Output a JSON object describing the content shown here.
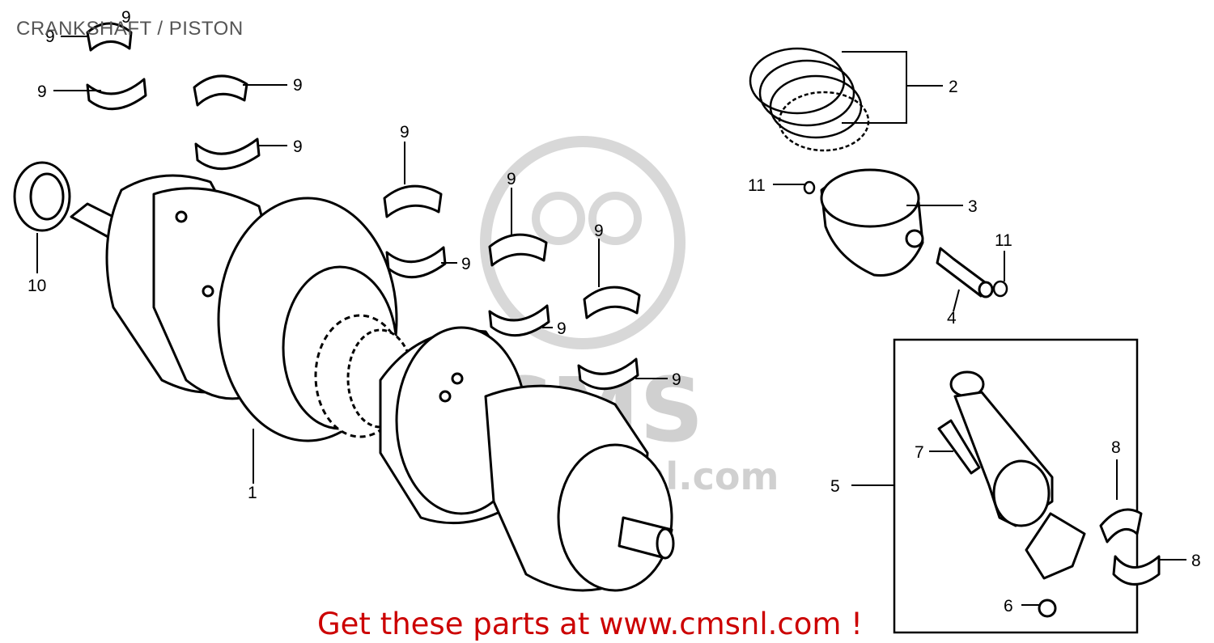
{
  "title": "CRANKSHAFT / PISTON",
  "footer": "Get these parts at www.cmsnl.com !",
  "watermark": {
    "brand": "CMS",
    "url": "www.cmsnl.com",
    "color": "#d0d0d0"
  },
  "colors": {
    "footer": "#cc0000",
    "title": "#555555",
    "ink": "#000000"
  },
  "callouts": {
    "c1": "1",
    "c2": "2",
    "c3": "3",
    "c4": "4",
    "c5": "5",
    "c6": "6",
    "c7": "7",
    "c8a": "8",
    "c8b": "8",
    "c9a": "9",
    "c9b": "9",
    "c9c": "9",
    "c9d": "9",
    "c9e": "9",
    "c9f": "9",
    "c9g": "9",
    "c9h": "9",
    "c9i": "9",
    "c9j": "9",
    "c9k": "9",
    "c10": "10",
    "c11a": "11",
    "c11b": "11"
  }
}
